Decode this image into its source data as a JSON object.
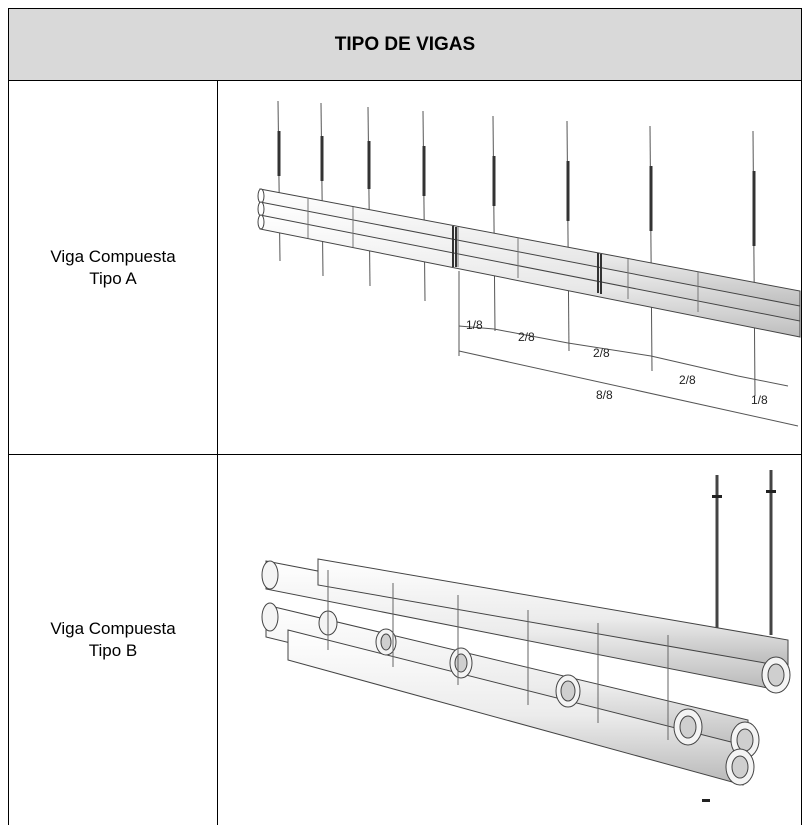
{
  "table": {
    "header": "TIPO DE VIGAS",
    "rows": [
      {
        "label_line1": "Viga Compuesta",
        "label_line2": "Tipo A"
      },
      {
        "label_line1": "Viga Compuesta",
        "label_line2": "Tipo B"
      }
    ]
  },
  "diagram_a": {
    "dimensions": [
      "1/8",
      "2/8",
      "2/8",
      "2/8",
      "1/8",
      "8/8"
    ]
  }
}
